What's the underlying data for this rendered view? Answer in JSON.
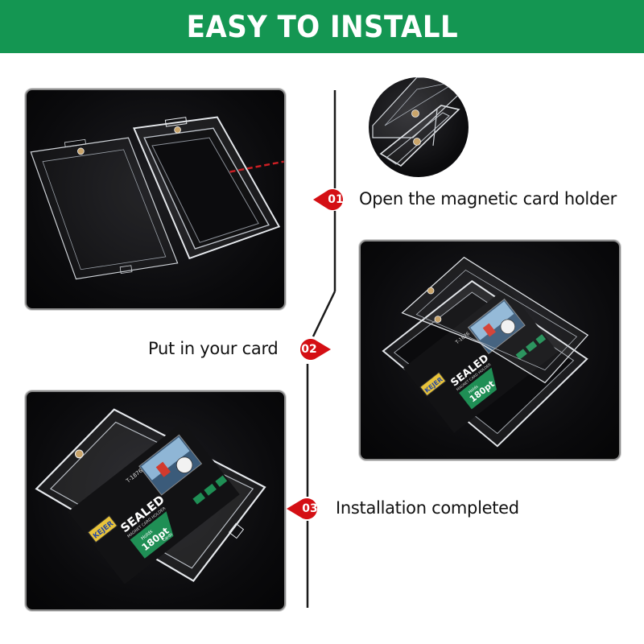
{
  "banner": {
    "title": "EASY TO INSTALL",
    "background_color": "#149652",
    "text_color": "#ffffff"
  },
  "steps": [
    {
      "number": "01",
      "label": "Open the magnetic card holder"
    },
    {
      "number": "02",
      "label": "Put in your card"
    },
    {
      "number": "03",
      "label": "Installation completed"
    }
  ],
  "marker_color": "#d40f14",
  "timeline_color": "#1a1a1a",
  "product_card": {
    "brand": "KEJER",
    "model": "T-1876",
    "title": "SEALED",
    "subtitle": "MAGNET CARD HOLDER",
    "holds_label": "Holds",
    "capacity": "180pt",
    "cards_label": "Cards",
    "accent_color": "#1f8f55"
  },
  "icons": {
    "marker": "teardrop-pointer",
    "zoom_detail": "magnified-circle"
  }
}
